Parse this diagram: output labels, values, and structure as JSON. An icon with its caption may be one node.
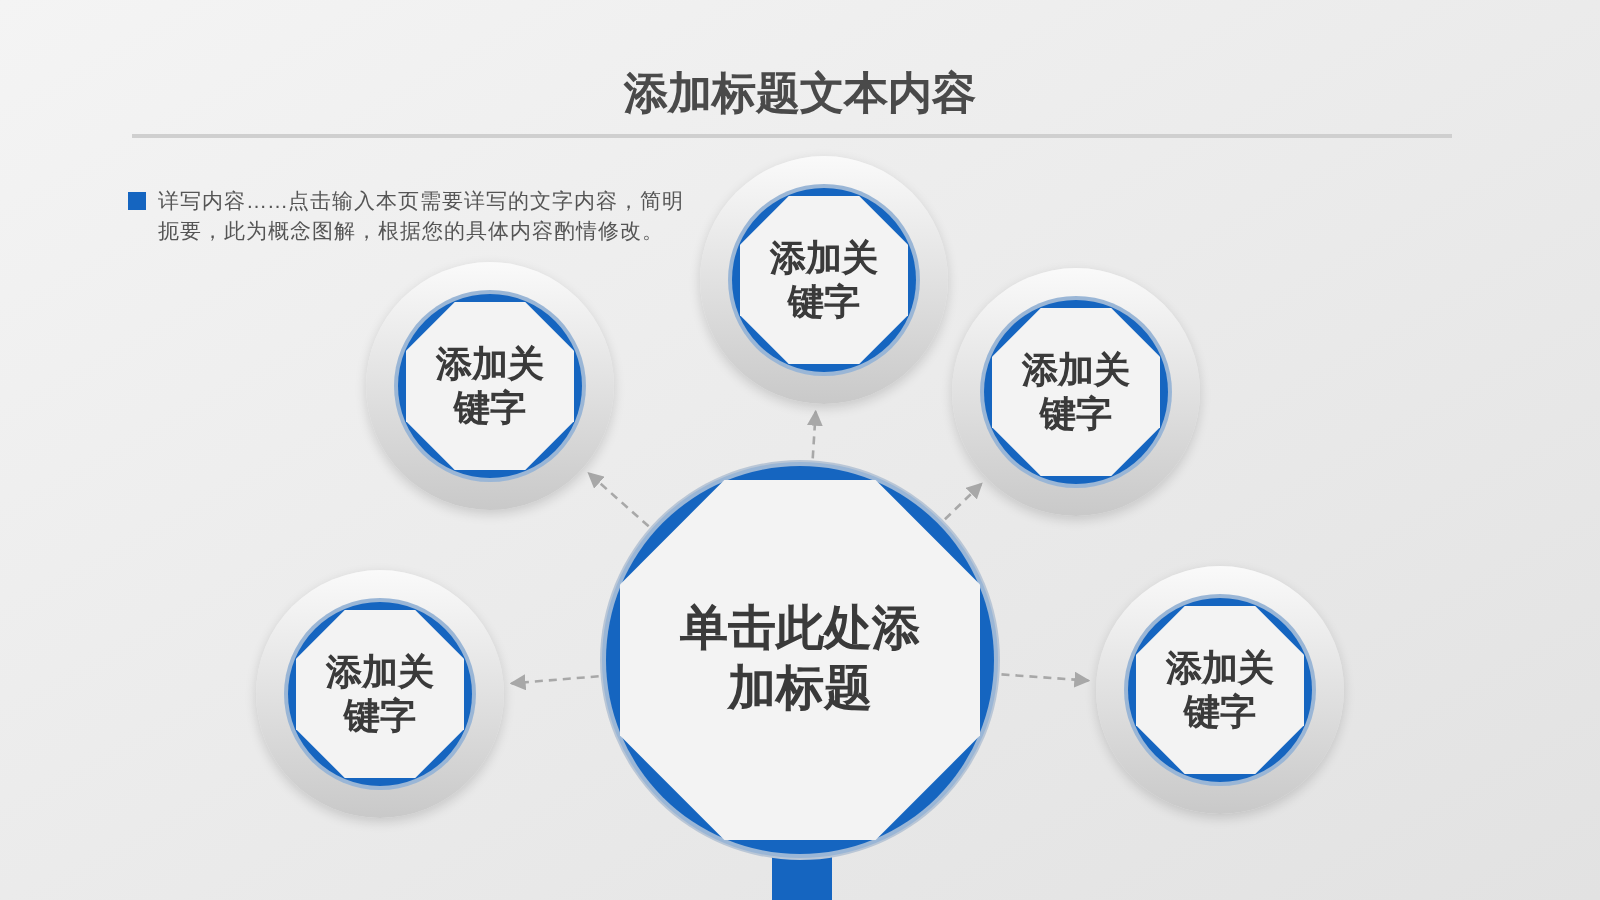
{
  "diagram": {
    "title": "添加标题文本内容",
    "nodes": [
      {
        "text": [
          "单击此处添加标题"
        ]
      },
      {
        "text": [
          "添加关键字"
        ]
      },
      {
        "text": [
          "添加关键字"
        ]
      },
      {
        "text": [
          "添加关键字"
        ]
      },
      {
        "text": [
          "添加关键字"
        ]
      },
      {
        "text": [
          "添加关键字"
        ]
      }
    ],
    "edges": [
      {
        "from": 0,
        "to": 1,
        "arrow": "to",
        "style": "dashed"
      },
      {
        "from": 0,
        "to": 2,
        "arrow": "to",
        "style": "dashed"
      },
      {
        "from": 0,
        "to": 3,
        "arrow": "to",
        "style": "dashed"
      },
      {
        "from": 0,
        "to": 4,
        "arrow": "to",
        "style": "dashed"
      },
      {
        "from": 0,
        "to": 5,
        "arrow": "to",
        "style": "dashed"
      }
    ],
    "labels": [
      "详写内容……点击输入本页需要详写的文字内容，简明扼要，此为概念图解，根据您的具体内容酌情修改。"
    ]
  }
}
